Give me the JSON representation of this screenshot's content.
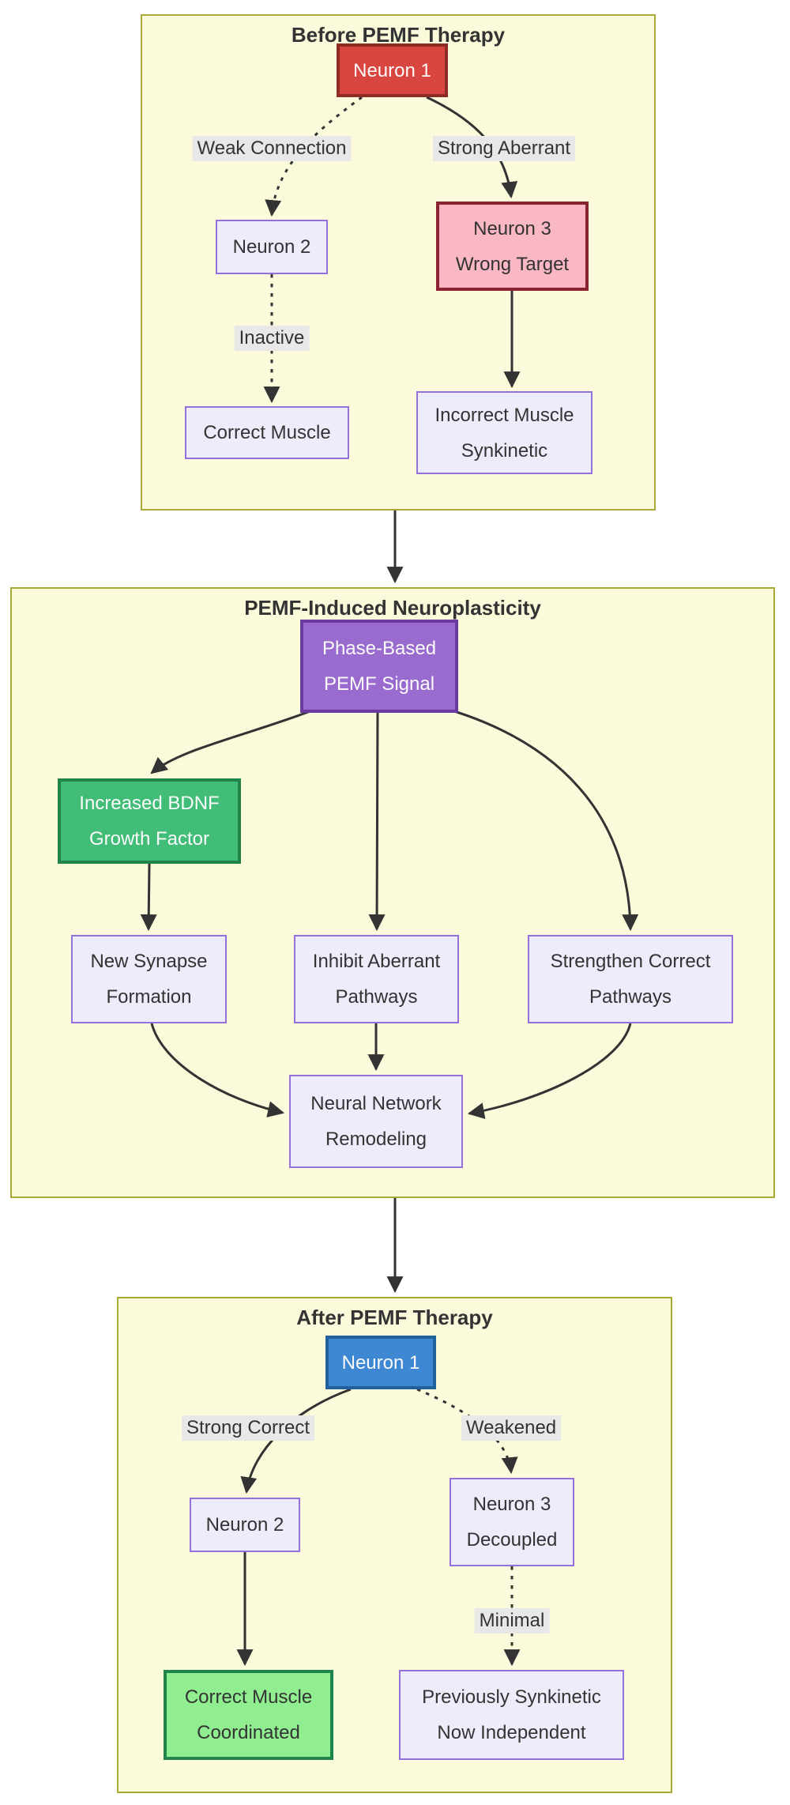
{
  "palette": {
    "page-bg": "#ffffff",
    "section-bg": "#fbfbdc",
    "section-border": "#a9a936",
    "title-color": "#333333",
    "edge-color": "#333333",
    "label-bg": "#e8e8e8",
    "text-dark": "#333333",
    "text-light": "#fbfbfb",
    "node-default-fill": "#ececfb",
    "node-default-border": "#9370db",
    "red-fill": "#d9453f",
    "red-border": "#8e2b24",
    "pink-fill": "#f9b8c4",
    "pink-border": "#8b2332",
    "purple-fill": "#9a6bce",
    "purple-border": "#6a3a9e",
    "green-fill": "#41bd77",
    "green-border": "#1e8449",
    "lightgreen-fill": "#90ee90",
    "lightgreen-border": "#1e8449",
    "blue-fill": "#3d87d3",
    "blue-border": "#20619b"
  },
  "sections": {
    "before": {
      "title": "Before PEMF Therapy"
    },
    "during": {
      "title": "PEMF-Induced Neuroplasticity"
    },
    "after": {
      "title": "After PEMF Therapy"
    }
  },
  "nodes": {
    "n1_before": {
      "lines": [
        "Neuron 1"
      ]
    },
    "n2_before": {
      "lines": [
        "Neuron 2"
      ]
    },
    "n3_before": {
      "lines": [
        "Neuron 3",
        "Wrong Target"
      ]
    },
    "m1_before": {
      "lines": [
        "Correct Muscle"
      ]
    },
    "m2_before": {
      "lines": [
        "Incorrect Muscle",
        "Synkinetic"
      ]
    },
    "pemf": {
      "lines": [
        "Phase-Based",
        "PEMF Signal"
      ]
    },
    "bdnf": {
      "lines": [
        "Increased BDNF",
        "Growth Factor"
      ]
    },
    "synapse": {
      "lines": [
        "New Synapse",
        "Formation"
      ]
    },
    "inhibit": {
      "lines": [
        "Inhibit Aberrant",
        "Pathways"
      ]
    },
    "strengthen": {
      "lines": [
        "Strengthen Correct",
        "Pathways"
      ]
    },
    "remodel": {
      "lines": [
        "Neural Network",
        "Remodeling"
      ]
    },
    "n1_after": {
      "lines": [
        "Neuron 1"
      ]
    },
    "n2_after": {
      "lines": [
        "Neuron 2"
      ]
    },
    "n3_after": {
      "lines": [
        "Neuron 3",
        "Decoupled"
      ]
    },
    "m1_after": {
      "lines": [
        "Correct Muscle",
        "Coordinated"
      ]
    },
    "m2_after": {
      "lines": [
        "Previously Synkinetic",
        "Now Independent"
      ]
    }
  },
  "edge_labels": {
    "weak": "Weak Connection",
    "strong": "Strong Aberrant",
    "inactive": "Inactive",
    "strong_correct": "Strong Correct",
    "weakened": "Weakened",
    "minimal": "Minimal"
  },
  "edges": [
    {
      "from": "Neuron 1",
      "to": "Neuron 2",
      "label": "Weak Connection",
      "style": "dotted",
      "section": "before"
    },
    {
      "from": "Neuron 1",
      "to": "Neuron 3 Wrong Target",
      "label": "Strong Aberrant",
      "style": "solid",
      "section": "before"
    },
    {
      "from": "Neuron 2",
      "to": "Correct Muscle",
      "label": "Inactive",
      "style": "dotted",
      "section": "before"
    },
    {
      "from": "Neuron 3 Wrong Target",
      "to": "Incorrect Muscle Synkinetic",
      "label": "",
      "style": "solid",
      "section": "before"
    },
    {
      "from": "Before PEMF Therapy",
      "to": "PEMF-Induced Neuroplasticity",
      "label": "",
      "style": "solid",
      "section": "link"
    },
    {
      "from": "Phase-Based PEMF Signal",
      "to": "Increased BDNF Growth Factor",
      "label": "",
      "style": "solid",
      "section": "during"
    },
    {
      "from": "Phase-Based PEMF Signal",
      "to": "Inhibit Aberrant Pathways",
      "label": "",
      "style": "solid",
      "section": "during"
    },
    {
      "from": "Phase-Based PEMF Signal",
      "to": "Strengthen Correct Pathways",
      "label": "",
      "style": "solid",
      "section": "during"
    },
    {
      "from": "Increased BDNF Growth Factor",
      "to": "New Synapse Formation",
      "label": "",
      "style": "solid",
      "section": "during"
    },
    {
      "from": "New Synapse Formation",
      "to": "Neural Network Remodeling",
      "label": "",
      "style": "solid",
      "section": "during"
    },
    {
      "from": "Inhibit Aberrant Pathways",
      "to": "Neural Network Remodeling",
      "label": "",
      "style": "solid",
      "section": "during"
    },
    {
      "from": "Strengthen Correct Pathways",
      "to": "Neural Network Remodeling",
      "label": "",
      "style": "solid",
      "section": "during"
    },
    {
      "from": "PEMF-Induced Neuroplasticity",
      "to": "After PEMF Therapy",
      "label": "",
      "style": "solid",
      "section": "link"
    },
    {
      "from": "Neuron 1",
      "to": "Neuron 2",
      "label": "Strong Correct",
      "style": "solid",
      "section": "after"
    },
    {
      "from": "Neuron 1",
      "to": "Neuron 3 Decoupled",
      "label": "Weakened",
      "style": "dotted",
      "section": "after"
    },
    {
      "from": "Neuron 2",
      "to": "Correct Muscle Coordinated",
      "label": "",
      "style": "solid",
      "section": "after"
    },
    {
      "from": "Neuron 3 Decoupled",
      "to": "Previously Synkinetic Now Independent",
      "label": "Minimal",
      "style": "dotted",
      "section": "after"
    }
  ]
}
